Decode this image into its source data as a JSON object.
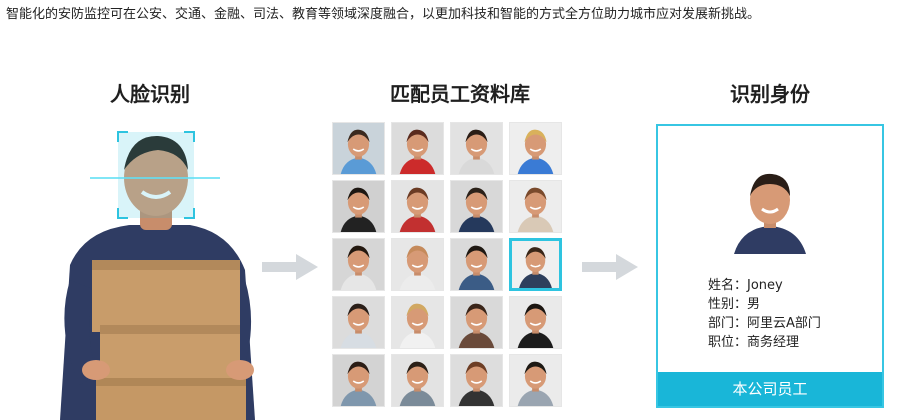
{
  "intro_text": "智能化的安防监控可在公安、交通、金融、司法、教育等领域深度融合，以更加科技和智能的方式全方位助力城市应对发展新挑战。",
  "steps": {
    "face_recognition": "人脸识别",
    "match_database": "匹配员工资料库",
    "identify": "识别身份"
  },
  "card": {
    "name": "姓名：Joney",
    "gender": "性别：男",
    "department": "部门：阿里云A部门",
    "position": "职位：商务经理",
    "banner": "本公司员工"
  },
  "colors": {
    "accent": "#19b6d8",
    "selected_border": "#2ec4e0",
    "arrow": "#d4d8dc"
  },
  "tiles": [
    {
      "bg": "#c9d3da",
      "hair": "#3b2a1f",
      "shirt": "#5a9bd6"
    },
    {
      "bg": "#dcdcdc",
      "hair": "#5a2b1e",
      "shirt": "#cc2b2b"
    },
    {
      "bg": "#e2e2e2",
      "hair": "#2a1d16",
      "shirt": "#d9d9d9"
    },
    {
      "bg": "#eeeeee",
      "hair": "#d9b15b",
      "shirt": "#3a7bd5"
    },
    {
      "bg": "#d0d0d0",
      "hair": "#1d1712",
      "shirt": "#222222"
    },
    {
      "bg": "#e4e4e4",
      "hair": "#6b3b24",
      "shirt": "#c23030"
    },
    {
      "bg": "#d8d8d8",
      "hair": "#2b2119",
      "shirt": "#25395c"
    },
    {
      "bg": "#ededed",
      "hair": "#7a4a2c",
      "shirt": "#d9c9b6"
    },
    {
      "bg": "#d6d6d6",
      "hair": "#23180f",
      "shirt": "#e6e6e6"
    },
    {
      "bg": "#e7e7e7",
      "hair": "#c58a5b",
      "shirt": "#ececec"
    },
    {
      "bg": "#dadada",
      "hair": "#1f1812",
      "shirt": "#3b5c86"
    },
    {
      "bg": "#f0f0f0",
      "hair": "#3a2618",
      "shirt": "#2e3f5c"
    },
    {
      "bg": "#dcdcdc",
      "hair": "#2a1f19",
      "shirt": "#d7dde3"
    },
    {
      "bg": "#e6e6e6",
      "hair": "#d1a862",
      "shirt": "#f1f1f1"
    },
    {
      "bg": "#d9d9d9",
      "hair": "#3a2519",
      "shirt": "#6a4a3a"
    },
    {
      "bg": "#eaeaea",
      "hair": "#1c1612",
      "shirt": "#1c1c1c"
    },
    {
      "bg": "#d3d3d3",
      "hair": "#2b1d15",
      "shirt": "#7f97ad"
    },
    {
      "bg": "#e3e3e3",
      "hair": "#2b2017",
      "shirt": "#7b8b99"
    },
    {
      "bg": "#dddddd",
      "hair": "#6e3e25",
      "shirt": "#333333"
    },
    {
      "bg": "#ebebeb",
      "hair": "#1d1914",
      "shirt": "#9aa5b1"
    }
  ]
}
